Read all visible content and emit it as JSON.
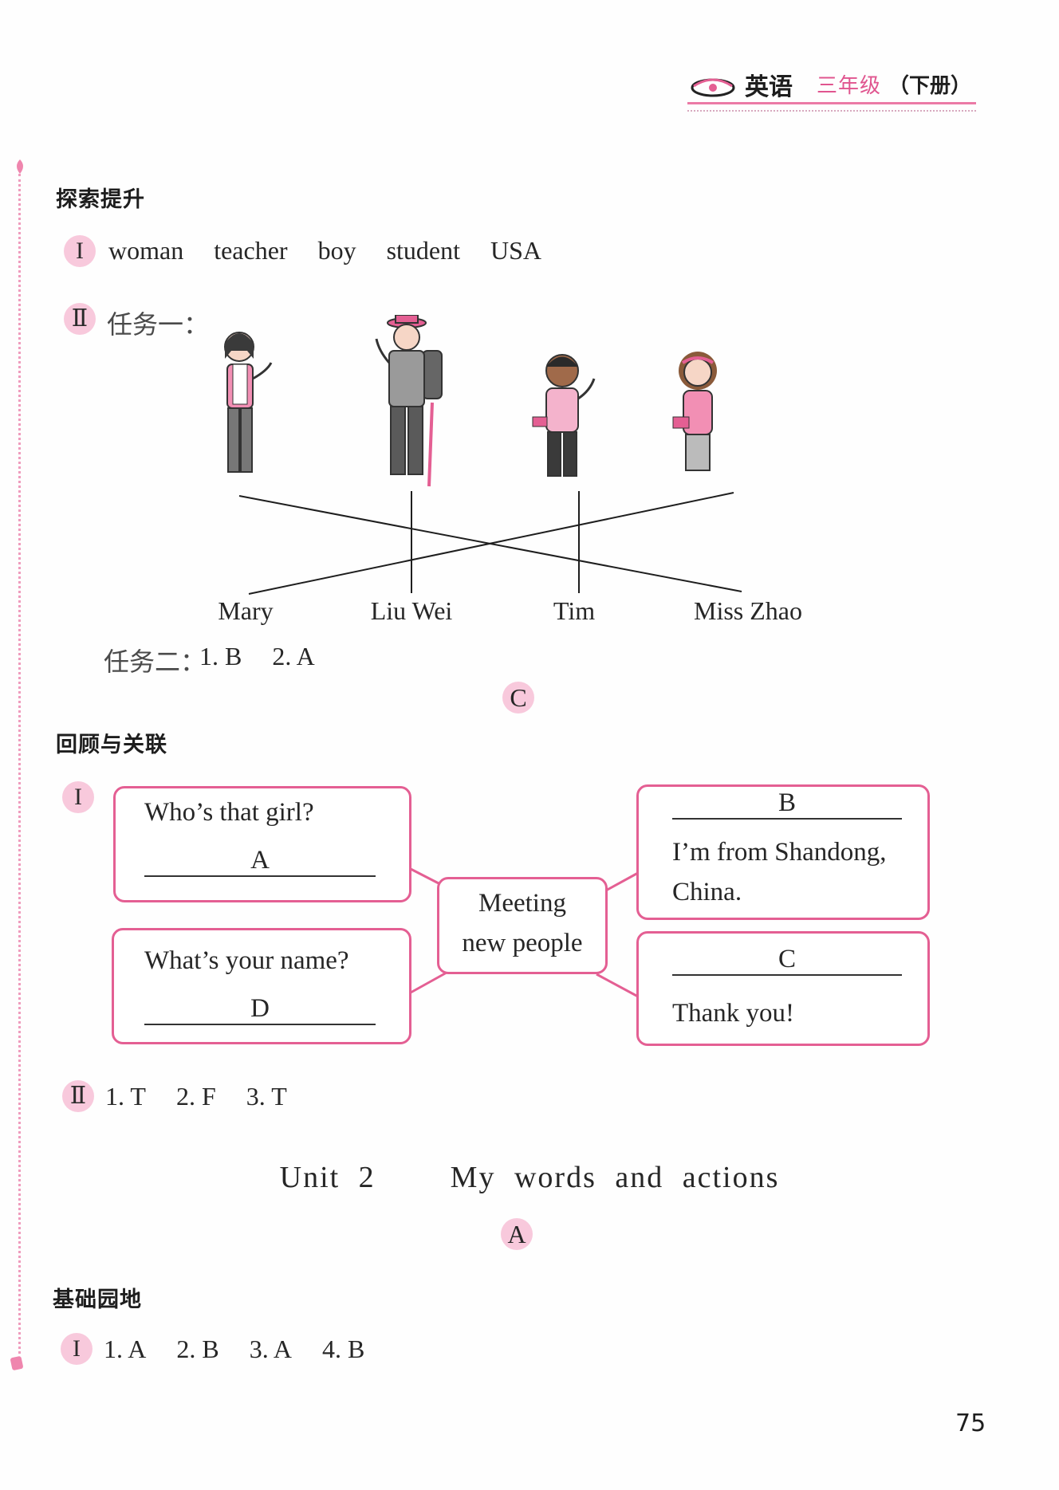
{
  "header": {
    "subject": "英语",
    "grade": "三年级",
    "volume": "（下册）"
  },
  "section1": {
    "heading": "探索提升",
    "part1": {
      "marker": "I",
      "words": [
        "woman",
        "teacher",
        "boy",
        "student",
        "USA"
      ]
    },
    "part2": {
      "marker": "Ⅱ",
      "task1_label": "任务一：",
      "names": [
        "Mary",
        "Liu Wei",
        "Tim",
        "Miss Zhao"
      ],
      "task2_label": "任务二：",
      "task2_answers": [
        "1. B",
        "2. A"
      ]
    }
  },
  "part_c_badge": "C",
  "section2": {
    "heading": "回顾与关联",
    "part1_marker": "I",
    "concept_map": {
      "center": [
        "Meeting",
        "new people"
      ],
      "top_left_question": "Who’s that girl?",
      "top_left_answer": "A",
      "bottom_left_question": "What’s your name?",
      "bottom_left_answer": "D",
      "top_right_answer": "B",
      "top_right_text": [
        "I’m from Shandong,",
        "China."
      ],
      "bottom_right_answer": "C",
      "bottom_right_text": "Thank you!"
    },
    "part2_marker": "Ⅱ",
    "part2_answers": [
      "1. T",
      "2. F",
      "3. T"
    ]
  },
  "unit_title": "Unit 2    My words and actions",
  "part_a_badge": "A",
  "section3": {
    "heading": "基础园地",
    "part1_marker": "I",
    "answers": [
      "1. A",
      "2. B",
      "3. A",
      "4. B"
    ]
  },
  "page_number": "75",
  "colors": {
    "accent": "#e45f93",
    "badge": "#f8c9dc"
  }
}
